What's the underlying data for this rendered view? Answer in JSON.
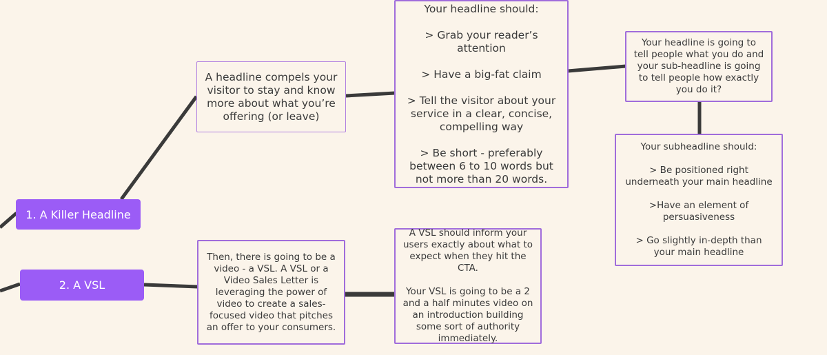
{
  "diagram": {
    "nodes": {
      "headline_label": "1.  A Killer Headline",
      "vsl_label": "2. A VSL",
      "headline_desc": "A headline compels your visitor to stay and know more about what you’re offering (or leave)",
      "headline_should": "Your headline should:\n\n> Grab your reader’s attention\n\n> Have a big-fat claim\n\n> Tell the visitor about your service in a clear, concise, compelling way\n\n> Be short - preferably between 6 to 10 words but not more than 20 words.",
      "headline_vs_sub": "Your headline is going to tell people what you do and your sub-headline is going to tell people how exactly you do it?",
      "subheadline_should": "Your subheadline should:\n\n> Be positioned right underneath your main headline\n\n>Have an element of persuasiveness\n\n> Go slightly in-depth than your main headline",
      "vsl_desc": "Then, there is going to be a video - a VSL. A VSL or a Video Sales Letter is leveraging the power of video to create a sales-focused video that pitches an offer to your consumers.",
      "vsl_inform": "A VSL should inform your users exactly about what to expect when they hit the CTA.\n\nYour VSL is going to be a 2 and a half minutes video on an introduction building some sort of authority immediately."
    },
    "colors": {
      "background": "#FBF4EA",
      "box_border": "#A06CDB",
      "pill_fill": "#9B5CF6",
      "connector": "#3a3a3a"
    }
  }
}
